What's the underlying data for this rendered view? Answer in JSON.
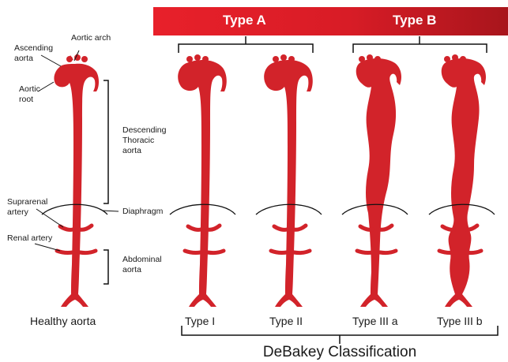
{
  "header": {
    "type_a": "Type A",
    "type_b": "Type B"
  },
  "labels": {
    "aortic_arch": "Aortic arch",
    "ascending_aorta": "Ascending\naorta",
    "aortic_root": "Aortic\nroot",
    "descending_thoracic": "Descending\nThoracic\naorta",
    "suprarenal_artery": "Suprarenal\nartery",
    "diaphragm": "Diaphragm",
    "renal_artery": "Renal artery",
    "abdominal_aorta": "Abdominal\naorta"
  },
  "captions": {
    "healthy": "Healthy aorta",
    "type1": "Type I",
    "type2": "Type II",
    "type3a": "Type III a",
    "type3b": "Type III b"
  },
  "footer": {
    "title": "DeBakey Classification"
  },
  "colors": {
    "aorta": "#d2232a",
    "banner_start": "#e8202a",
    "banner_end": "#a8151c",
    "line": "#111111"
  }
}
